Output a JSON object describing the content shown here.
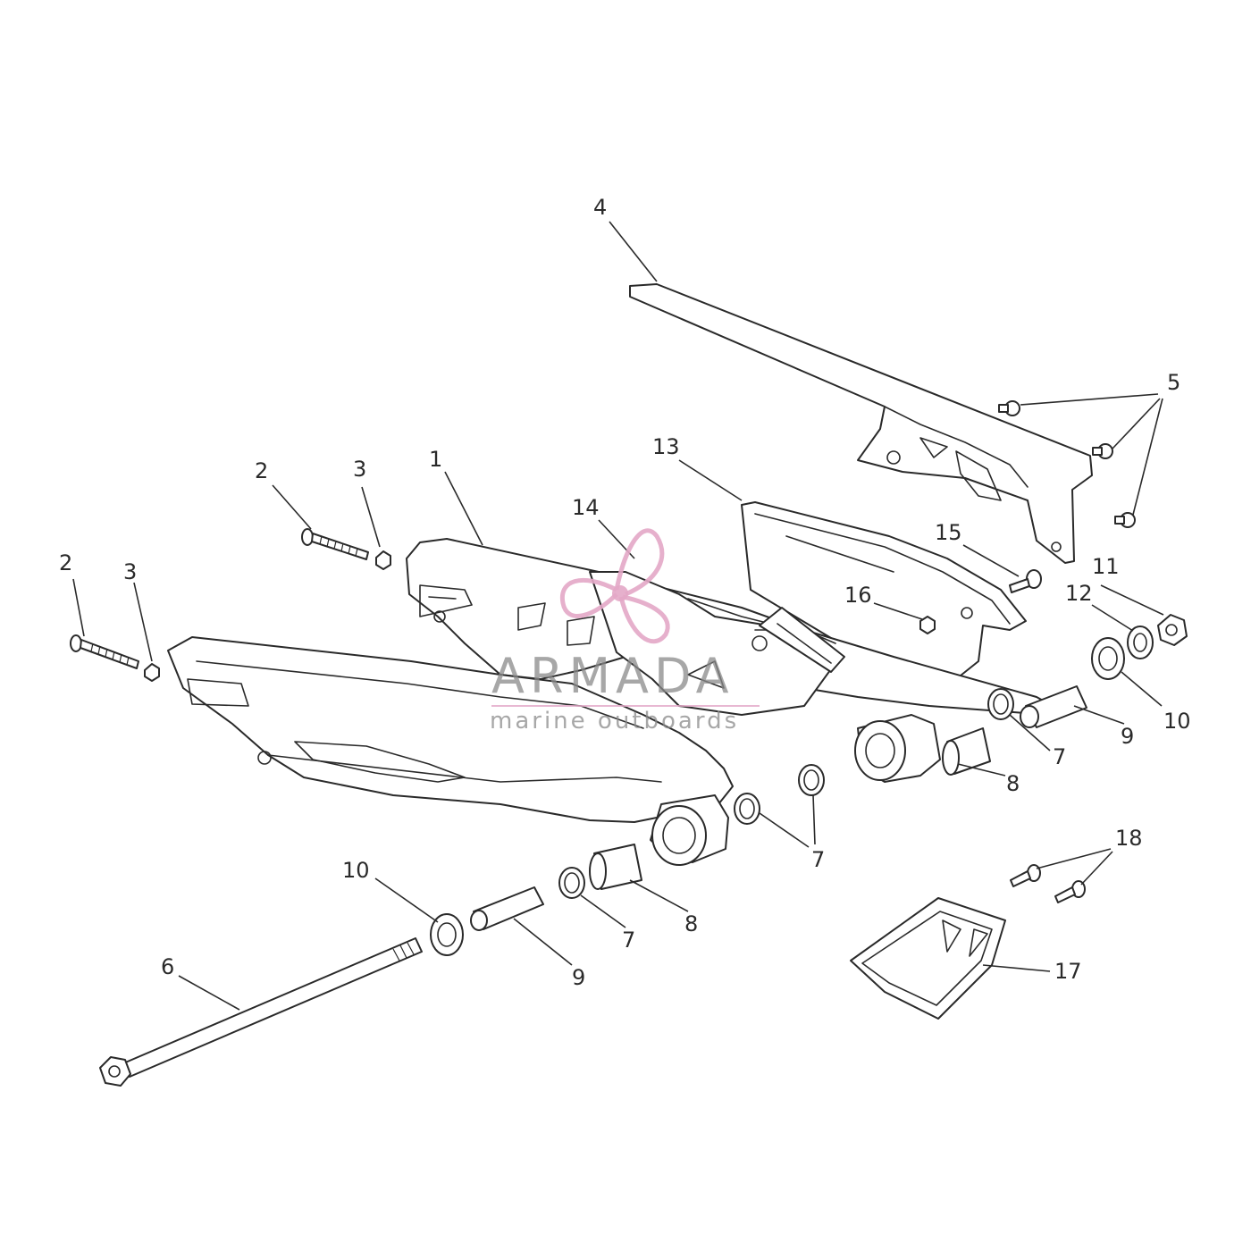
{
  "watermark": {
    "brand": "ARMADA",
    "tagline": "marine outboards",
    "logo_icon": "propeller-logo-icon",
    "logo_color": "#e3a7c7",
    "text_color": "#8a8a8a"
  },
  "callouts": [
    {
      "id": "c1",
      "text": "1"
    },
    {
      "id": "c2a",
      "text": "2"
    },
    {
      "id": "c2b",
      "text": "2"
    },
    {
      "id": "c3a",
      "text": "3"
    },
    {
      "id": "c3b",
      "text": "3"
    },
    {
      "id": "c4",
      "text": "4"
    },
    {
      "id": "c5",
      "text": "5"
    },
    {
      "id": "c6",
      "text": "6"
    },
    {
      "id": "c7a",
      "text": "7"
    },
    {
      "id": "c7b",
      "text": "7"
    },
    {
      "id": "c7c",
      "text": "7"
    },
    {
      "id": "c8a",
      "text": "8"
    },
    {
      "id": "c8b",
      "text": "8"
    },
    {
      "id": "c9a",
      "text": "9"
    },
    {
      "id": "c9b",
      "text": "9"
    },
    {
      "id": "c10a",
      "text": "10"
    },
    {
      "id": "c10b",
      "text": "10"
    },
    {
      "id": "c11",
      "text": "11"
    },
    {
      "id": "c12",
      "text": "12"
    },
    {
      "id": "c13",
      "text": "13"
    },
    {
      "id": "c14",
      "text": "14"
    },
    {
      "id": "c15",
      "text": "15"
    },
    {
      "id": "c16",
      "text": "16"
    },
    {
      "id": "c17",
      "text": "17"
    },
    {
      "id": "c18",
      "text": "18"
    }
  ]
}
